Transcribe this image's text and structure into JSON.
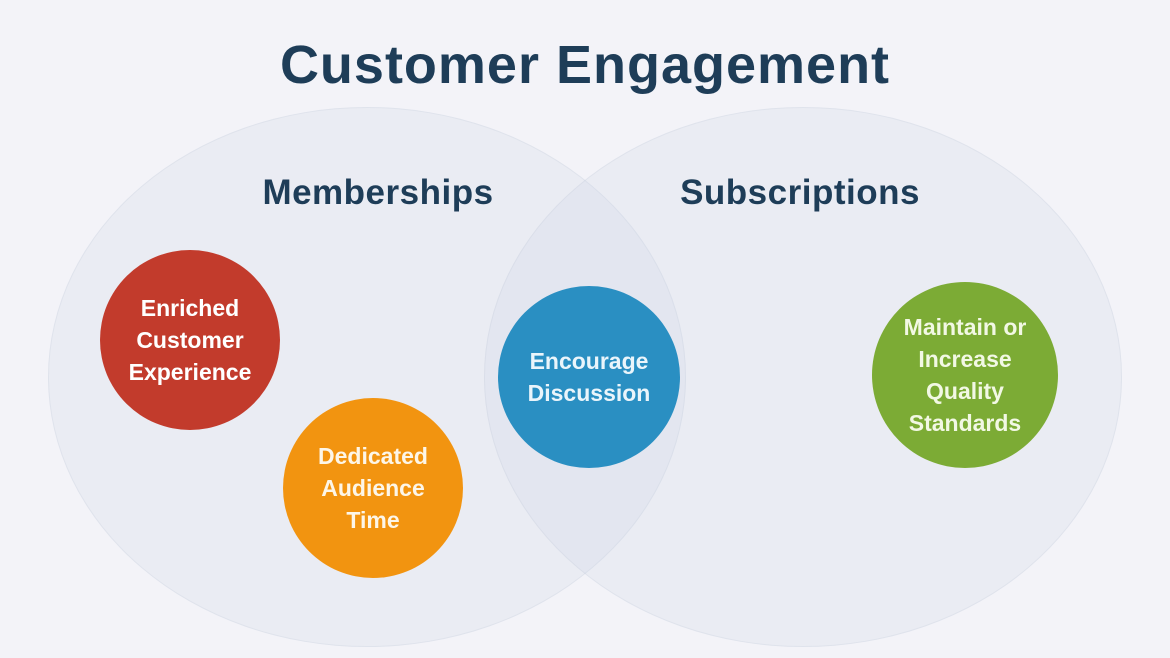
{
  "title": "Customer Engagement",
  "colors": {
    "background": "#f3f3f8",
    "heading_text": "#1e3d58",
    "ellipse_fill": "rgba(205,214,229,0.24)"
  },
  "venn": {
    "left_set": {
      "label": "Memberships"
    },
    "right_set": {
      "label": "Subscriptions"
    }
  },
  "nodes": [
    {
      "id": "enriched-customer-experience",
      "label": "Enriched\nCustomer\nExperience",
      "color": "#c23b2c",
      "text_color": "#ffffff",
      "region": "Memberships"
    },
    {
      "id": "dedicated-audience-time",
      "label": "Dedicated\nAudience\nTime",
      "color": "#f29410",
      "text_color": "#fdf6e8",
      "region": "Memberships"
    },
    {
      "id": "encourage-discussion",
      "label": "Encourage\nDiscussion",
      "color": "#2a8fc2",
      "text_color": "#eaf5fb",
      "region": "Memberships + Subscriptions overlap"
    },
    {
      "id": "maintain-or-increase-quality-standards",
      "label": "Maintain or\nIncrease\nQuality\nStandards",
      "color": "#7cab35",
      "text_color": "#f2f8e4",
      "region": "Subscriptions"
    }
  ]
}
